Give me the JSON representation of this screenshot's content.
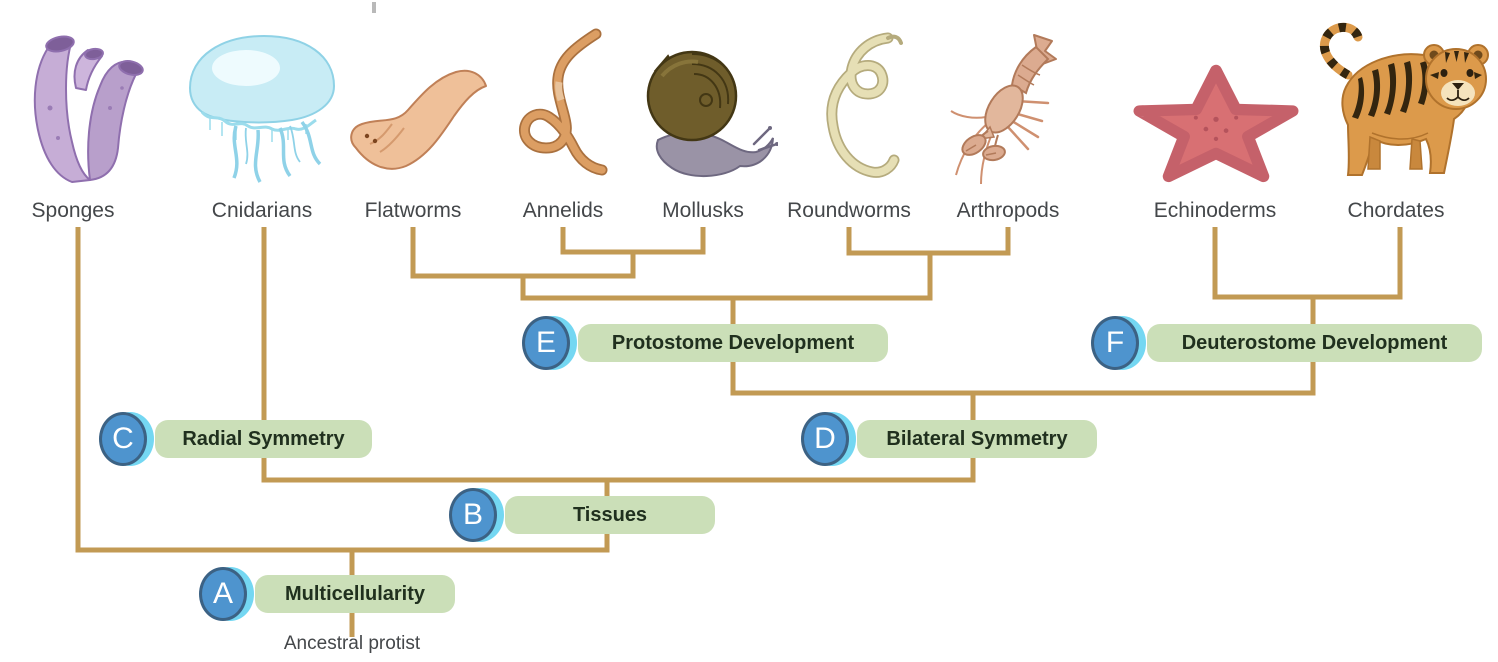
{
  "taxa": [
    {
      "name": "Sponges"
    },
    {
      "name": "Cnidarians"
    },
    {
      "name": "Flatworms"
    },
    {
      "name": "Annelids"
    },
    {
      "name": "Mollusks"
    },
    {
      "name": "Roundworms"
    },
    {
      "name": "Arthropods"
    },
    {
      "name": "Echinoderms"
    },
    {
      "name": "Chordates"
    }
  ],
  "traits": [
    {
      "letter": "A",
      "label": "Multicellularity"
    },
    {
      "letter": "B",
      "label": "Tissues"
    },
    {
      "letter": "C",
      "label": "Radial Symmetry"
    },
    {
      "letter": "D",
      "label": "Bilateral Symmetry"
    },
    {
      "letter": "E",
      "label": "Protostome Development"
    },
    {
      "letter": "F",
      "label": "Deuterostome Development"
    }
  ],
  "root_label": "Ancestral protist",
  "tree_data": {
    "type": "cladogram",
    "root": "Ancestral protist",
    "newick": "(Sponges,(Cnidarians,(((Flatworms,(Annelids,Mollusks)),(Roundworms,Arthropods)),(Echinoderms,Chordates))))",
    "trait_nodes": [
      {
        "letter": "A",
        "label": "Multicellularity",
        "marks_branch": "root stem below split of Sponges"
      },
      {
        "letter": "B",
        "label": "Tissues",
        "marks_branch": "stem joining Cnidarians + all bilaterians"
      },
      {
        "letter": "C",
        "label": "Radial Symmetry",
        "marks_branch": "Cnidarians branch"
      },
      {
        "letter": "D",
        "label": "Bilateral Symmetry",
        "marks_branch": "stem joining protostomes + deuterostomes"
      },
      {
        "letter": "E",
        "label": "Protostome Development",
        "marks_branch": "stem of Flatworms/Annelids/Mollusks/Roundworms/Arthropods clade"
      },
      {
        "letter": "F",
        "label": "Deuterostome Development",
        "marks_branch": "stem of Echinoderms/Chordates clade"
      }
    ]
  },
  "colors": {
    "branch": "#c29a54",
    "pill_bg": "#cbdfb8",
    "pill_text": "#20301e",
    "badge_bg": "#4e94ce",
    "badge_border": "#3c6284",
    "badge_text": "#ffffff",
    "badge_glow": "#74d7f2",
    "label_text": "#44474a",
    "tick": "#b9b9b9"
  }
}
